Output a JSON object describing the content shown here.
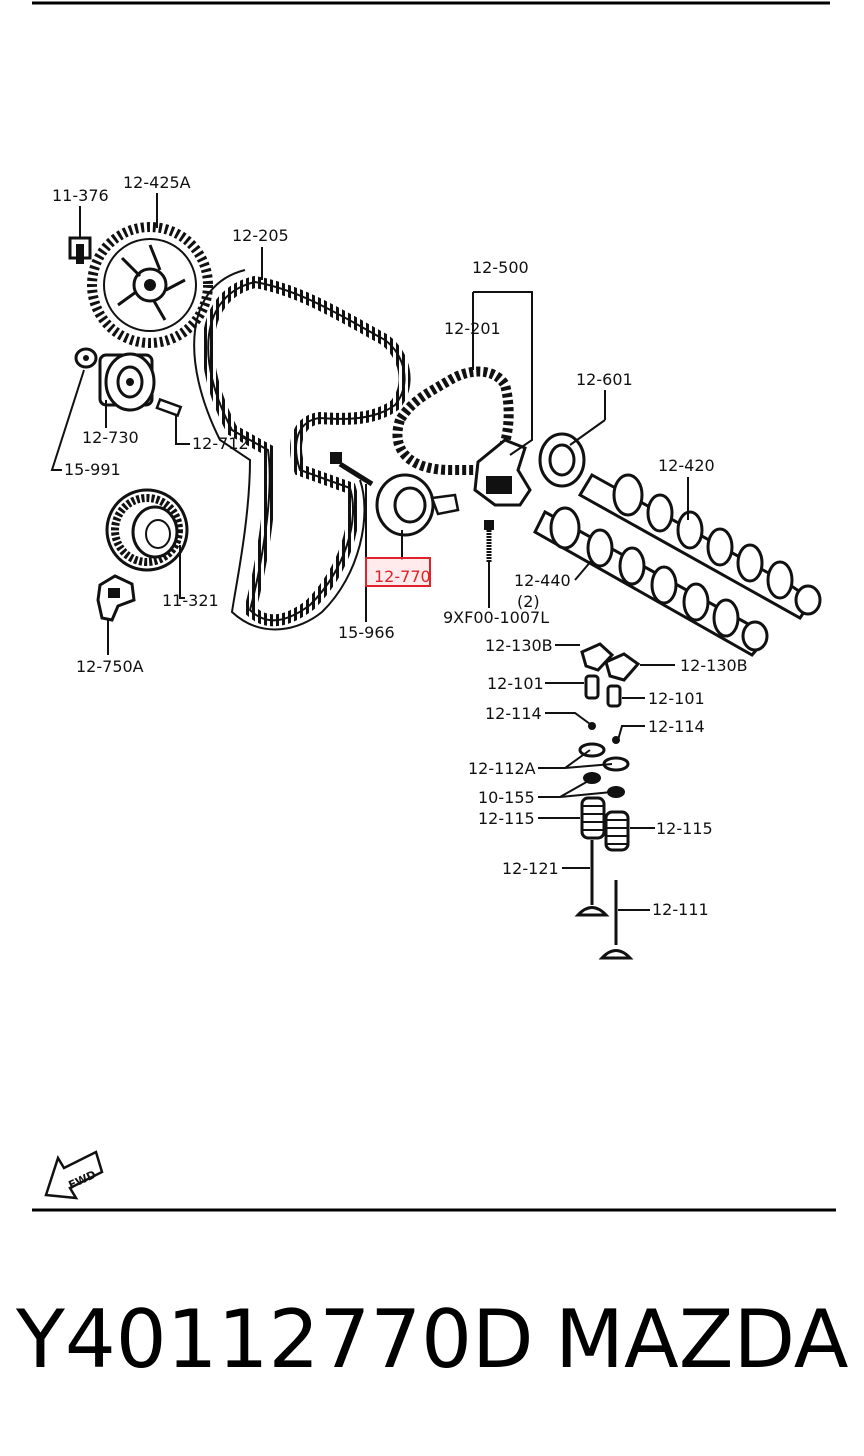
{
  "labels": {
    "p11_376": "11-376",
    "p12_425a": "12-425A",
    "p12_205": "12-205",
    "p12_500": "12-500",
    "p12_201": "12-201",
    "p12_601": "12-601",
    "p12_420": "12-420",
    "p12_730": "12-730",
    "p12_712": "12-712",
    "p15_991": "15-991",
    "p11_321": "11-321",
    "p12_750a": "12-750A",
    "p15_966": "15-966",
    "p12_770": "12-770",
    "p9xf00": "9XF00-1007L",
    "p12_440": "12-440",
    "p12_440_qty": "(2)",
    "p12_130b_l": "12-130B",
    "p12_130b_r": "12-130B",
    "p12_101_l": "12-101",
    "p12_101_r": "12-101",
    "p12_114_l": "12-114",
    "p12_114_r": "12-114",
    "p12_112a": "12-112A",
    "p10_155": "10-155",
    "p12_115_l": "12-115",
    "p12_115_r": "12-115",
    "p12_121": "12-121",
    "p12_111": "12-111"
  },
  "fwd_label": "FWD",
  "highlight_color": "#e0222a",
  "caption": {
    "part_number": "Y40112770D",
    "brand": "MAZDA"
  }
}
